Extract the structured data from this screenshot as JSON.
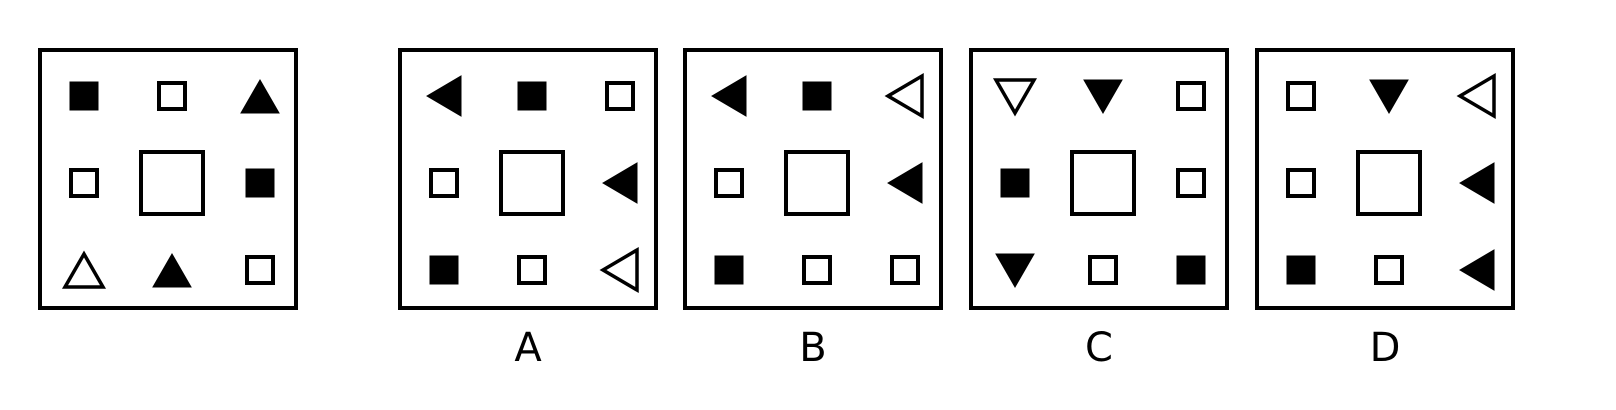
{
  "stroke_color": "#000000",
  "question": {
    "cells": [
      [
        "filled-square",
        "outline-square",
        "filled-triangle-up"
      ],
      [
        "outline-square",
        "outline-big-square",
        "filled-square"
      ],
      [
        "outline-triangle-up",
        "filled-triangle-up",
        "outline-square"
      ]
    ]
  },
  "options": [
    {
      "label": "A",
      "cells": [
        [
          "filled-triangle-left",
          "filled-square",
          "outline-square"
        ],
        [
          "outline-square",
          "outline-big-square",
          "filled-triangle-left"
        ],
        [
          "filled-square",
          "outline-square",
          "outline-triangle-left"
        ]
      ]
    },
    {
      "label": "B",
      "cells": [
        [
          "filled-triangle-left",
          "filled-square",
          "outline-triangle-left"
        ],
        [
          "outline-square",
          "outline-big-square",
          "filled-triangle-left"
        ],
        [
          "filled-square",
          "outline-square",
          "outline-square"
        ]
      ]
    },
    {
      "label": "C",
      "cells": [
        [
          "outline-triangle-down",
          "filled-triangle-down",
          "outline-square"
        ],
        [
          "filled-square",
          "outline-big-square",
          "outline-square"
        ],
        [
          "filled-triangle-down",
          "outline-square",
          "filled-square"
        ]
      ]
    },
    {
      "label": "D",
      "cells": [
        [
          "outline-square",
          "filled-triangle-down",
          "outline-triangle-left"
        ],
        [
          "outline-square",
          "outline-big-square",
          "filled-triangle-left"
        ],
        [
          "filled-square",
          "outline-square",
          "filled-triangle-left"
        ]
      ]
    }
  ]
}
